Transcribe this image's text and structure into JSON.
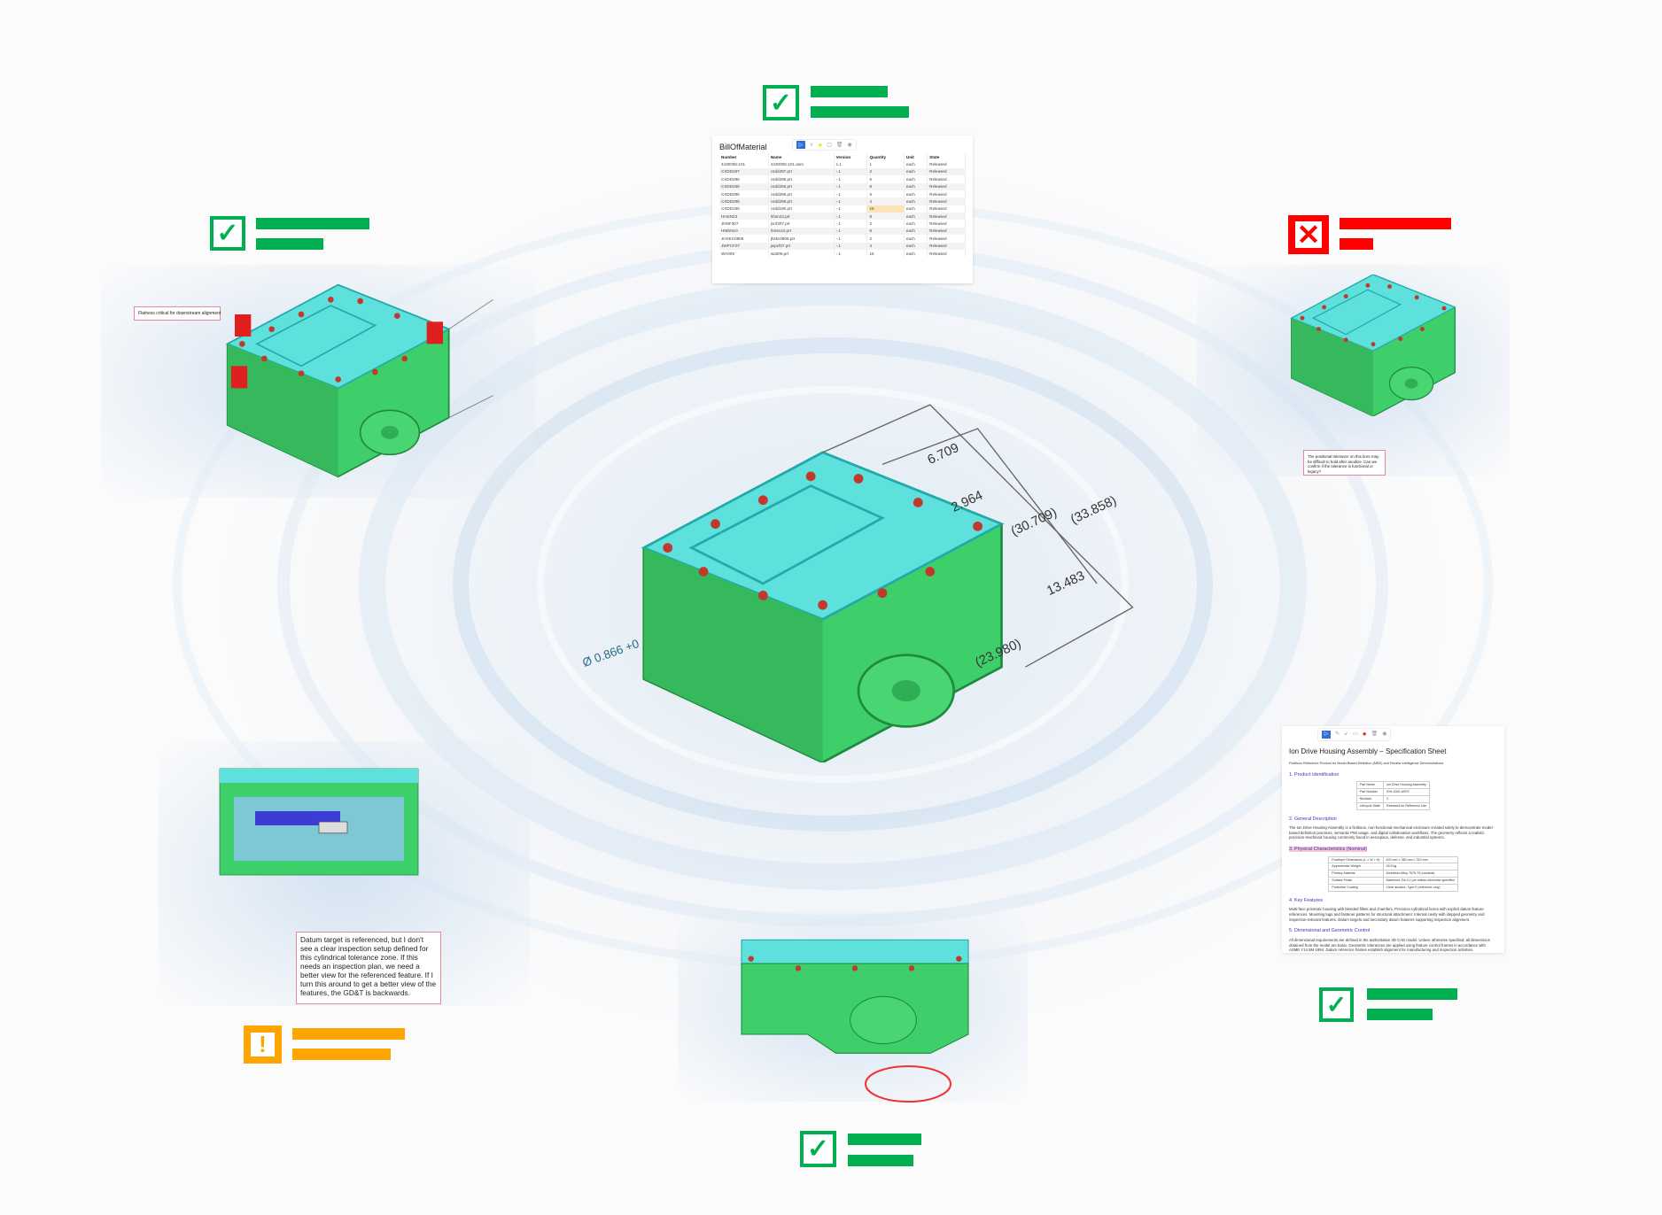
{
  "colors": {
    "ok": "#00b050",
    "error": "#ff0000",
    "warning": "#ffa500",
    "cyan": "#5ee0dc",
    "green": "#3fcf6a"
  },
  "statuses": [
    {
      "id": "bom",
      "icon": "check-icon",
      "state": "ok"
    },
    {
      "id": "top-left-model",
      "icon": "check-icon",
      "state": "ok"
    },
    {
      "id": "top-right-model",
      "icon": "x-icon",
      "state": "error"
    },
    {
      "id": "bottom-left-model",
      "icon": "exclamation-icon",
      "state": "warning"
    },
    {
      "id": "spec-sheet",
      "icon": "check-icon",
      "state": "ok"
    },
    {
      "id": "bottom-model",
      "icon": "check-icon",
      "state": "ok"
    }
  ],
  "bom": {
    "title": "BillOfMaterial",
    "columns": [
      "Number",
      "Name",
      "Version",
      "Quantity",
      "Unit",
      "State"
    ],
    "rows": [
      [
        "4430005-101",
        "4430005-101.asm",
        "1.1",
        "1",
        "each",
        "Released"
      ],
      [
        "CSDD297",
        "csdd297.prt",
        "-.1",
        "2",
        "each",
        "Released"
      ],
      [
        "CSDD295",
        "csdd295.prt",
        "-.1",
        "6",
        "each",
        "Released"
      ],
      [
        "CSDD265",
        "csdd265.prt",
        "-.1",
        "8",
        "each",
        "Released"
      ],
      [
        "CSDD296",
        "csdd296.prt",
        "-.1",
        "6",
        "each",
        "Released"
      ],
      [
        "CSDD298",
        "csdd298.prt",
        "-.1",
        "4",
        "each",
        "Released"
      ],
      [
        "CSDD190",
        "csdd190.prt",
        "-.1",
        "16",
        "each",
        "Released"
      ],
      [
        "HHSN23",
        "hhsn23.prt",
        "-.1",
        "8",
        "each",
        "Released"
      ],
      [
        "JNNF307",
        "jnnf307.prt",
        "-.1",
        "2",
        "each",
        "Released"
      ],
      [
        "HMSN10",
        "hmsn10.prt",
        "-.1",
        "8",
        "each",
        "Released"
      ],
      [
        "JHSKC0806",
        "jhskc0806.prt",
        "-.1",
        "2",
        "each",
        "Released"
      ],
      [
        "JWPCF07",
        "jwpcf07.prt",
        "-.1",
        "4",
        "each",
        "Released"
      ],
      [
        "WA009",
        "wa009.prt",
        "-.1",
        "16",
        "each",
        "Released"
      ]
    ]
  },
  "comments": {
    "top_left": "Flatness critical for downstream alignment",
    "top_right": "The positional tolerance on this bore may be difficult to hold after anodize. Can we confirm if the tolerance is functional or legacy?",
    "bottom_left": "Datum target is referenced, but I don't see a clear inspection setup defined for this cylindrical tolerance zone. If this needs an inspection plan, we need a better view for the referenced feature. If I turn this around to get a better view of the features, the GD&T is backwards."
  },
  "dimensions": {
    "d1": "6.709",
    "d2": "2.964",
    "d3": "(30.709)",
    "d4": "(33.858)",
    "d5": "13.483",
    "d6": "(23.980)",
    "d7": "Ø 0.866 +0"
  },
  "spec": {
    "title": "Ion Drive Housing Assembly – Specification Sheet",
    "subtitle": "Fictitious Reference Product for Model-Based Definition (MBD) and Review Intelligence Demonstrations",
    "s1": "1. Product Identification",
    "ident": [
      [
        "Part Name",
        "Ion Drive Housing Assembly"
      ],
      [
        "Part Number",
        "IDH-1000-ASSY"
      ],
      [
        "Revision",
        "C"
      ],
      [
        "Lifecycle State",
        "Released for Reference Use"
      ]
    ],
    "s2": "2. General Description",
    "p2": "The Ion Drive Housing Assembly is a fictitious, non-functional mechanical enclosure created solely to demonstrate model-based definition practices, semantic PMI usage, and digital collaboration workflows. The geometry reflects a realistic precision-machined housing commonly found in aerospace, defense, and industrial systems.",
    "s3": "3. Physical Characteristics (Nominal)",
    "phys": [
      [
        "Envelope Dimensions (L × W × H)",
        "420 mm × 360 mm × 310 mm"
      ],
      [
        "Approximate Weight",
        "18.5 kg"
      ],
      [
        "Primary Material",
        "Aluminum Alloy 7075-T6 (nominal)"
      ],
      [
        "Surface Finish",
        "Machined, Ra 3.2 µm unless otherwise specified"
      ],
      [
        "Protective Coating",
        "Clear anodize, Type II (reference only)"
      ]
    ],
    "s4": "4. Key Features",
    "p4": "Multi-face prismatic housing with blended fillets and chamfers. Precision cylindrical bores with explicit datum feature references. Mounting lugs and fastener patterns for structural attachment. Internal cavity with stepped geometry and inspection-relevant features. Datum targets and secondary datum features supporting inspection alignment.",
    "s5": "5. Dimensional and Geometric Control",
    "p5": "All dimensional requirements are defined in the authoritative 3D CAD model. Unless otherwise specified, all dimensions obtained from the model are basic. Geometric tolerances are applied using feature control frames in accordance with ASME Y14.5M-1994. Datum reference frames establish alignment for manufacturing and inspection activities."
  }
}
